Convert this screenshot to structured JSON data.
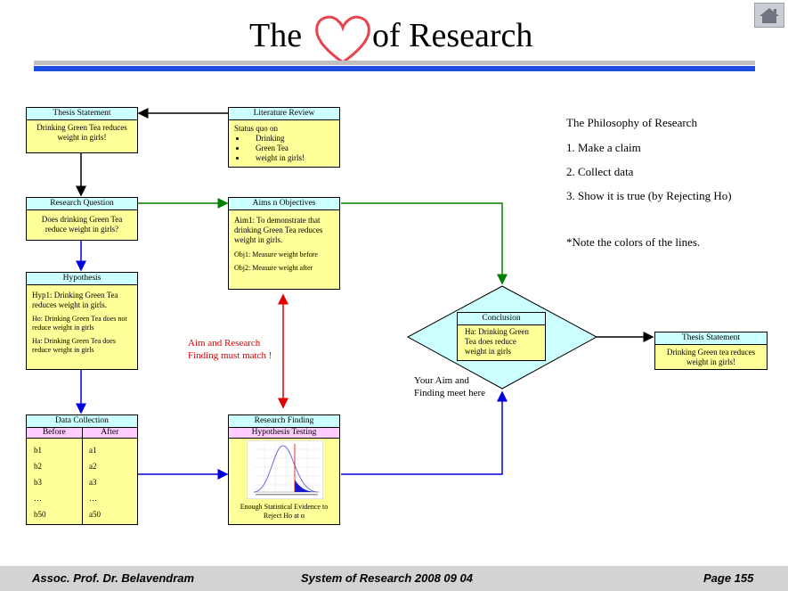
{
  "title": {
    "left": "The",
    "right": "of Research",
    "heart_color": "#e8444e"
  },
  "thesis_top": {
    "header": "Thesis Statement",
    "text": "Drinking Green Tea reduces weight in girls!"
  },
  "lit_review": {
    "header": "Literature Review",
    "intro": "Status quo on",
    "bullets": [
      "Drinking",
      "Green Tea",
      "weight in girls!"
    ]
  },
  "research_question": {
    "header": "Research Question",
    "text": "Does drinking Green Tea reduce weight in girls?"
  },
  "aims": {
    "header": "Aims n Objectives",
    "aim": "Aim1: To demonstrate that drinking Green Tea reduces weight in girls.",
    "obj1": "Obj1: Measure weight before",
    "obj2": "Obj2: Measure weight after"
  },
  "hypothesis": {
    "header": "Hypothesis",
    "hyp1": "Hyp1: Drinking Green Tea reduces weight in girls.",
    "ho": "Ho: Drinking Green Tea does not reduce weight in girls",
    "ha": "Ha: Drinking Green Tea does reduce weight in girls"
  },
  "data_collection": {
    "header": "Data Collection",
    "col_before": "Before",
    "col_after": "After",
    "before": [
      "b1",
      "b2",
      "b3",
      "…",
      "b50"
    ],
    "after": [
      "a1",
      "a2",
      "a3",
      "…",
      "a50"
    ]
  },
  "research_finding": {
    "header": "Research Finding",
    "subheader": "Hypothesis Testing",
    "caption": "Enough Statistical Evidence to Reject Ho at α"
  },
  "conclusion": {
    "header": "Conclusion",
    "text": "Ha: Drinking Green Tea does reduce weight in girls",
    "diamond_color": "#ccffff"
  },
  "thesis_right": {
    "header": "Thesis Statement",
    "text": "Drinking Green tea reduces weight in girls!"
  },
  "philosophy": {
    "heading": "The Philosophy of Research",
    "items": [
      "1.   Make a claim",
      "2.   Collect data",
      "3.   Show it is true (by Rejecting Ho)"
    ],
    "note": "*Note the colors of the lines."
  },
  "note_match": {
    "line1": "Aim and Research",
    "line2": "Finding  must match !"
  },
  "note_meet": {
    "line1": "Your Aim and",
    "line2": "Finding  meet here"
  },
  "footer": {
    "left": "Assoc. Prof. Dr. Belavendram",
    "center": "System of Research  2008 09 04",
    "right": "Page 155"
  },
  "colors": {
    "box_fill": "#ffff99",
    "header_fill": "#ccffff",
    "subheader_fill": "#ffccff",
    "blue_line": "#0000dd",
    "green_line": "#008000",
    "red_line": "#e00000",
    "black_line": "#000000"
  }
}
